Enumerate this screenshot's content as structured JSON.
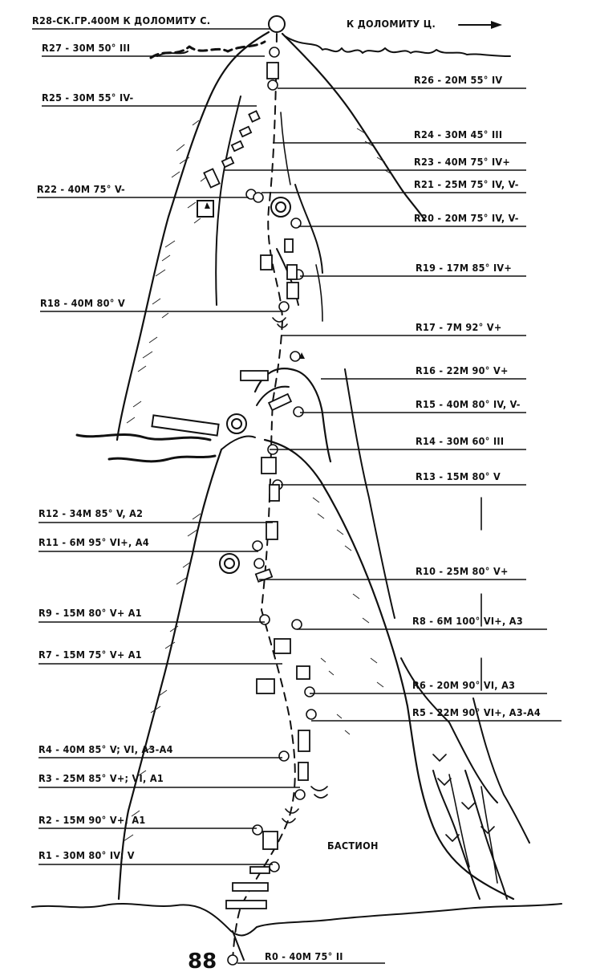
{
  "header": {
    "left": "R28-СК.ГР.400М К ДОЛОМИТУ С.",
    "right": "К ДОЛОМИТУ Ц."
  },
  "page_number": "88",
  "bastion_label": "БАСТИОН",
  "pitches_left": [
    {
      "id": "R27",
      "text": "R27 - 30M 50° III"
    },
    {
      "id": "R25",
      "text": "R25 - 30M 55° IV-"
    },
    {
      "id": "R22",
      "text": "R22 - 40M 75° V-"
    },
    {
      "id": "R18",
      "text": "R18 - 40M 80° V"
    },
    {
      "id": "R12",
      "text": "R12 - 34M 85° V, A2"
    },
    {
      "id": "R11",
      "text": "R11 - 6M 95° VI+, A4"
    },
    {
      "id": "R9",
      "text": "R9 - 15M 80° V+ A1"
    },
    {
      "id": "R7",
      "text": "R7 - 15M 75° V+ A1"
    },
    {
      "id": "R4",
      "text": "R4 - 40M 85° V; VI, A3-A4"
    },
    {
      "id": "R3",
      "text": "R3 - 25M 85° V+; VI, A1"
    },
    {
      "id": "R2",
      "text": "R2 - 15M 90° V+, A1"
    },
    {
      "id": "R1",
      "text": "R1 - 30M 80° IV; V"
    }
  ],
  "pitches_right": [
    {
      "id": "R26",
      "text": "R26 - 20M 55° IV"
    },
    {
      "id": "R24",
      "text": "R24 - 30M 45° III"
    },
    {
      "id": "R23",
      "text": "R23 - 40M 75° IV+"
    },
    {
      "id": "R21",
      "text": "R21 - 25M 75° IV, V-"
    },
    {
      "id": "R20",
      "text": "R20 - 20M 75° IV, V-"
    },
    {
      "id": "R19",
      "text": "R19 - 17M 85° IV+"
    },
    {
      "id": "R17",
      "text": "R17 - 7M 92° V+"
    },
    {
      "id": "R16",
      "text": "R16 - 22M 90° V+"
    },
    {
      "id": "R15",
      "text": "R15 - 40M 80° IV, V-"
    },
    {
      "id": "R14",
      "text": "R14 - 30M 60° III"
    },
    {
      "id": "R13",
      "text": "R13 - 15M 80° V"
    },
    {
      "id": "R10",
      "text": "R10 - 25M 80° V+"
    },
    {
      "id": "R8",
      "text": "R8 - 6M 100° VI+, A3"
    },
    {
      "id": "R6",
      "text": "R6 - 20M 90° VI, A3"
    },
    {
      "id": "R5",
      "text": "R5 - 22M 90° VI+, A3-A4"
    },
    {
      "id": "R0",
      "text": "R0 - 40M 75° II"
    }
  ],
  "colors": {
    "ink": "#111111",
    "paper": "#ffffff"
  },
  "icons": [
    "arrow-right-icon",
    "summit-marker-icon",
    "belay-station-icon",
    "bivouac-icon",
    "rock-hatching"
  ]
}
